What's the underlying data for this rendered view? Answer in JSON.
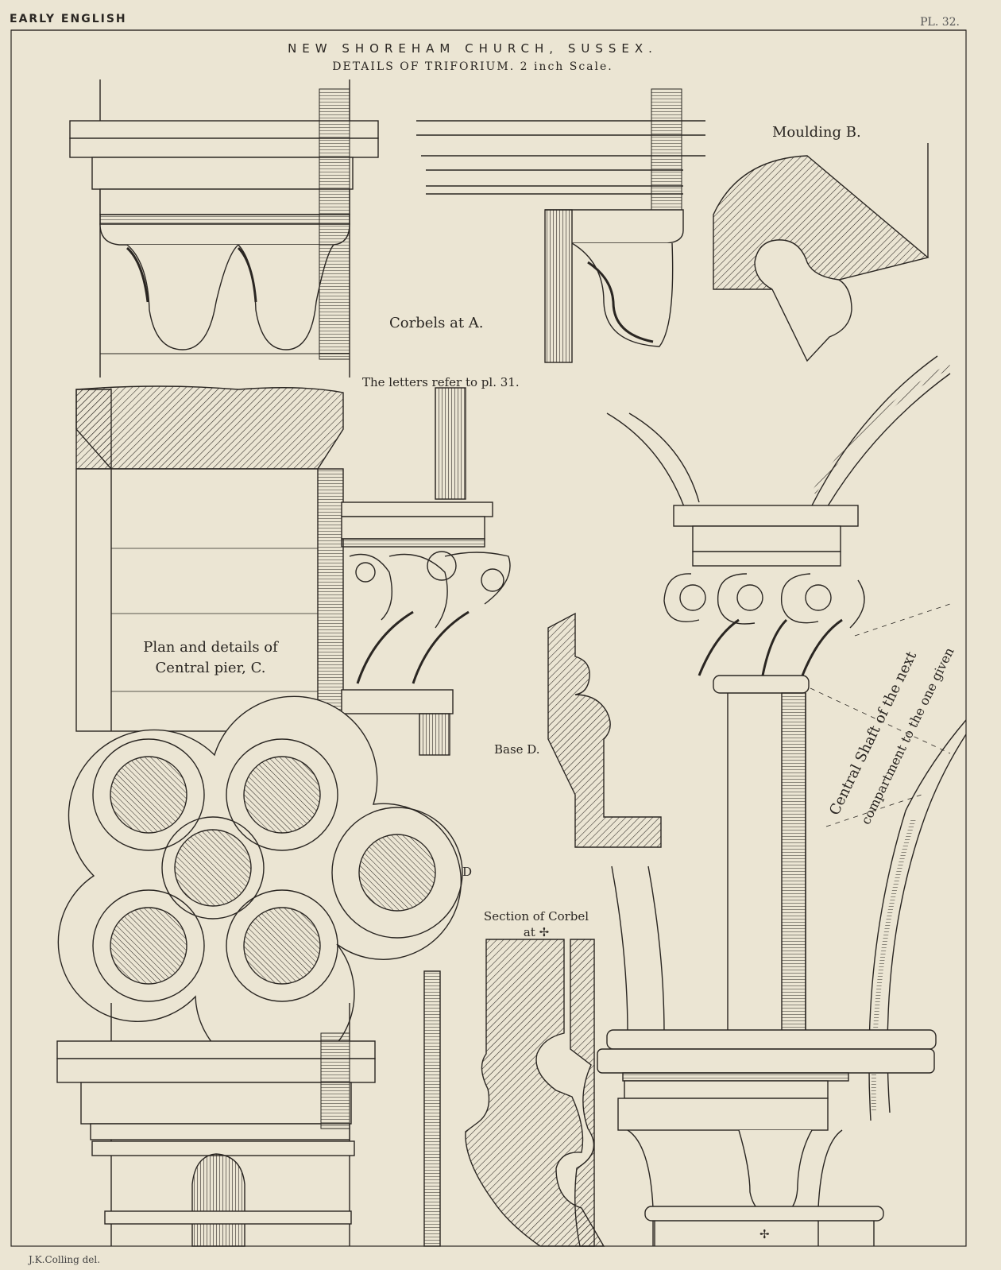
{
  "header": {
    "series": "EARLY ENGLISH",
    "plate": "PL. 32."
  },
  "title": {
    "main": "NEW SHOREHAM CHURCH, SUSSEX.",
    "sub": "DETAILS OF TRIFORIUM. 2 inch Scale."
  },
  "labels": {
    "corbels": "Corbels at A.",
    "moulding": "Moulding B.",
    "letters_note": "The letters refer to pl. 31.",
    "plan_line1": "Plan and details of",
    "plan_line2": "Central pier, C.",
    "base": "Base D.",
    "plan_mark": "D",
    "section_line1": "Section of Corbel",
    "section_line2": "at ✢",
    "shaft_line1": "Central Shaft of the next",
    "shaft_line2": "compartment to the one given",
    "cross_mark": "✢"
  },
  "footer": {
    "credit": "J.K.Colling del."
  },
  "colors": {
    "paper": "#ebe5d3",
    "ink": "#2a2622"
  }
}
